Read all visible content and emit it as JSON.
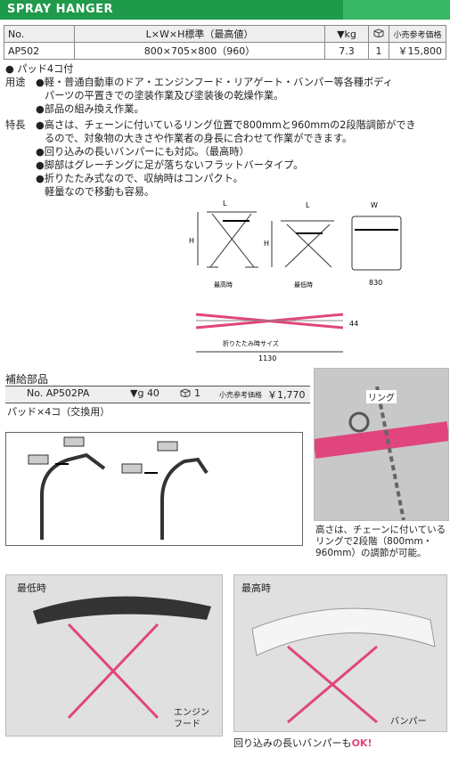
{
  "header": {
    "title": "SPRAY HANGER"
  },
  "spec_table": {
    "headers": {
      "no": "No.",
      "dims": "L×W×H標準（最高値）",
      "weight": "▼kg",
      "qty_icon": "box-icon",
      "qty": "",
      "price": "小売参考価格"
    },
    "row": {
      "no": "AP502",
      "dims": "800×705×800（960）",
      "weight": "7.3",
      "qty": "1",
      "price": "￥15,800"
    }
  },
  "features": {
    "pad": "● パッド4コ付",
    "use_label": "用途",
    "use_lines": [
      "●軽・普通自動車のドア・エンジンフード・リアゲート・バンパー等各種ボディ",
      "パーツの平置きでの塗装作業及び塗装後の乾燥作業。",
      "●部品の組み換え作業。"
    ],
    "feature_label": "特長",
    "feature_lines": [
      "●高さは、チェーンに付いているリング位置で800mmと960mmの2段階調節ができ",
      "るので、対象物の大きさや作業者の身長に合わせて作業ができます。",
      "●回り込みの長いバンパーにも対応。（最高時）",
      "●脚部はグレーチングに足が落ちないフラットバータイプ。",
      "●折りたたみ式なので、収納時はコンパクト。",
      "軽量なので移動も容易。"
    ]
  },
  "diagrams": {
    "max_label": "最高時",
    "min_label": "最低時",
    "L": "L",
    "H": "H",
    "W": "W",
    "width_830": "830",
    "folded_label": "折りたたみ時サイズ",
    "folded_1130": "1130",
    "folded_44": "44"
  },
  "parts": {
    "title": "補給部品",
    "no": "No. AP502PA",
    "weight": "▼g 40",
    "qty": "1",
    "price_label": "小売参考価格",
    "price": "￥1,770",
    "desc": "パッド×4コ（交換用）"
  },
  "ring_photo": {
    "label": "リング",
    "caption_lines": [
      "高さは、チェーンに付いている",
      "リングで2段階（800mm・",
      "960mm）の調節が可能。"
    ]
  },
  "photos": {
    "lowest": {
      "label": "最低時",
      "sub": "エンジン\nフード",
      "sub1": "エンジン",
      "sub2": "フード"
    },
    "highest": {
      "label": "最高時",
      "sub": "バンパー"
    },
    "bottom_caption_main": "回り込みの長いバンパーも",
    "bottom_caption_ok": "OK!"
  }
}
